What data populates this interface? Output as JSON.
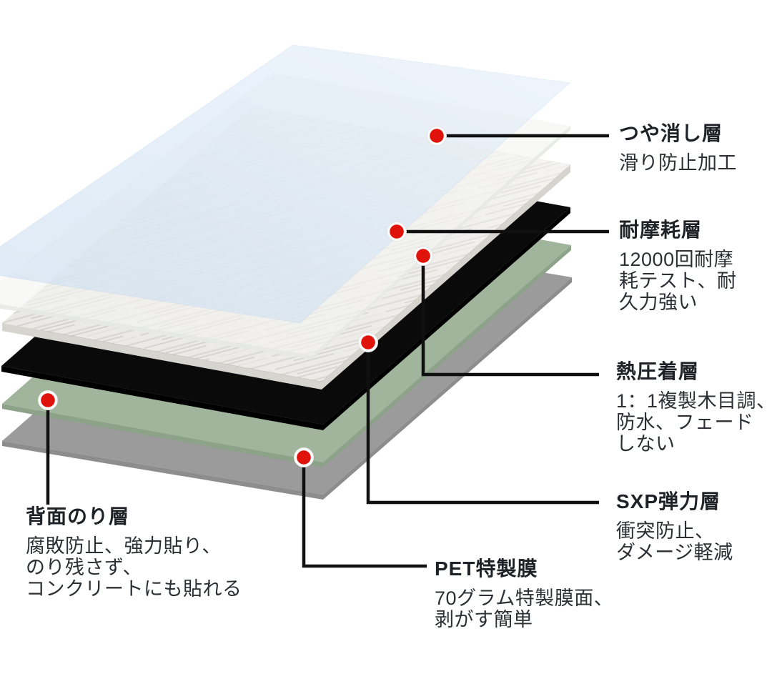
{
  "figure": {
    "background_color": "#ffffff",
    "line_color": "#101010",
    "dot_color": "#df130b",
    "dot_ring_color": "#ffffff",
    "layers": [
      {
        "name": "matte-sheet",
        "label": "つや消し層",
        "color": "#cfe2f3",
        "color_light": "#e9f2fb"
      },
      {
        "name": "wear-sheet",
        "label": "耐摩耗層",
        "color": "#f3f4f1"
      },
      {
        "name": "woodgrain-sheet",
        "label": "熱圧着層",
        "color": "#e9e8e4",
        "edge_color": "#d5d4cf"
      },
      {
        "name": "black-sheet",
        "label": "SXP弾力層",
        "color": "#0a0a0a",
        "edge_color": "#000000"
      },
      {
        "name": "green-sheet",
        "label": "背面のり層",
        "color": "#a0b59c",
        "edge_color": "#8da389"
      },
      {
        "name": "gray-sheet",
        "label": "PET特製膜",
        "color": "#9b9b9b",
        "edge_color": "#8d8d8d"
      }
    ],
    "callouts": [
      {
        "title": "つや消し層",
        "desc": "滑り防止加工"
      },
      {
        "title": "耐摩耗層",
        "desc": "12000回耐摩\n耗テスト、耐\n久力強い"
      },
      {
        "title": "熱圧着層",
        "desc": "1：1複製木目調、\n防水、フェード\nしない"
      },
      {
        "title": "SXP弾力層",
        "desc": "衝突防止、\nダメージ軽減"
      },
      {
        "title": "PET特製膜",
        "desc": "70グラム特製膜面、\n剥がす簡単"
      },
      {
        "title": "背面のり層",
        "desc": "腐敗防止、強力貼り、\nのり残さず、\nコンクリートにも貼れる"
      }
    ]
  }
}
